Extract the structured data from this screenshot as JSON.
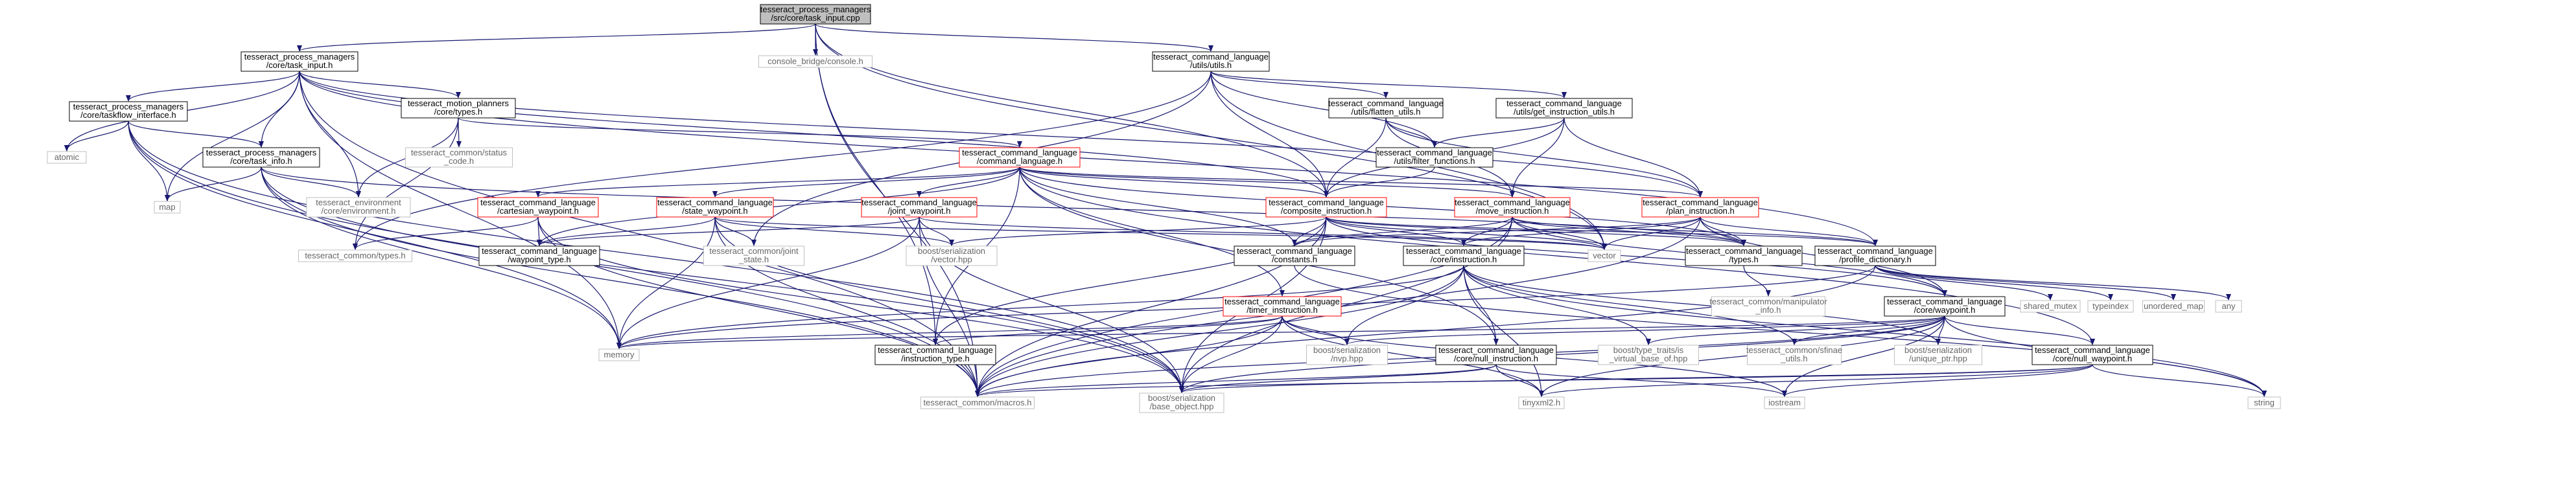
{
  "graph_title": "tesseract_process_managers/src/core/task_input.cpp",
  "colors": {
    "edge": "#191970",
    "box_black": "#000000",
    "box_red": "#ff0000",
    "box_grey": "#bfbfbf",
    "text_grey": "#666666",
    "root_fill": "#bfbfbf"
  },
  "nodes": [
    {
      "id": "root",
      "label": "tesseract_process_managers\n/src/core/task_input.cpp",
      "style": "root"
    },
    {
      "id": "ti_h",
      "label": "tesseract_process_managers\n/core/task_input.h",
      "style": "black"
    },
    {
      "id": "console",
      "label": "console_bridge/console.h",
      "style": "plain"
    },
    {
      "id": "utils_h",
      "label": "tesseract_command_language\n/utils/utils.h",
      "style": "black"
    },
    {
      "id": "tf_iface",
      "label": "tesseract_process_managers\n/core/taskflow_interface.h",
      "style": "black"
    },
    {
      "id": "mp_types",
      "label": "tesseract_motion_planners\n/core/types.h",
      "style": "black"
    },
    {
      "id": "flatten",
      "label": "tesseract_command_language\n/utils/flatten_utils.h",
      "style": "black"
    },
    {
      "id": "get_instr",
      "label": "tesseract_command_language\n/utils/get_instruction_utils.h",
      "style": "black"
    },
    {
      "id": "atomic",
      "label": "atomic",
      "style": "plain"
    },
    {
      "id": "task_info",
      "label": "tesseract_process_managers\n/core/task_info.h",
      "style": "black"
    },
    {
      "id": "status_code",
      "label": "tesseract_common/status\n_code.h",
      "style": "plain"
    },
    {
      "id": "cmd_lang",
      "label": "tesseract_command_language\n/command_language.h",
      "style": "red"
    },
    {
      "id": "filter_fn",
      "label": "tesseract_command_language\n/utils/filter_functions.h",
      "style": "black"
    },
    {
      "id": "map",
      "label": "map",
      "style": "plain"
    },
    {
      "id": "env",
      "label": "tesseract_environment\n/core/environment.h",
      "style": "plain"
    },
    {
      "id": "cart_wp",
      "label": "tesseract_command_language\n/cartesian_waypoint.h",
      "style": "red"
    },
    {
      "id": "state_wp",
      "label": "tesseract_command_language\n/state_waypoint.h",
      "style": "red"
    },
    {
      "id": "joint_wp",
      "label": "tesseract_command_language\n/joint_waypoint.h",
      "style": "red"
    },
    {
      "id": "composite",
      "label": "tesseract_command_language\n/composite_instruction.h",
      "style": "red"
    },
    {
      "id": "move_instr",
      "label": "tesseract_command_language\n/move_instruction.h",
      "style": "red"
    },
    {
      "id": "plan_instr",
      "label": "tesseract_command_language\n/plan_instruction.h",
      "style": "red"
    },
    {
      "id": "common_types",
      "label": "tesseract_common/types.h",
      "style": "plain"
    },
    {
      "id": "wp_type",
      "label": "tesseract_command_language\n/waypoint_type.h",
      "style": "black"
    },
    {
      "id": "joint_state",
      "label": "tesseract_common/joint\n_state.h",
      "style": "plain"
    },
    {
      "id": "boost_vector",
      "label": "boost/serialization\n/vector.hpp",
      "style": "plain"
    },
    {
      "id": "constants",
      "label": "tesseract_command_language\n/constants.h",
      "style": "black"
    },
    {
      "id": "core_instr",
      "label": "tesseract_command_language\n/core/instruction.h",
      "style": "black"
    },
    {
      "id": "vector",
      "label": "vector",
      "style": "plain"
    },
    {
      "id": "cl_types",
      "label": "tesseract_command_language\n/types.h",
      "style": "black"
    },
    {
      "id": "profile_dict",
      "label": "tesseract_command_language\n/profile_dictionary.h",
      "style": "black"
    },
    {
      "id": "timer_instr",
      "label": "tesseract_command_language\n/timer_instruction.h",
      "style": "red"
    },
    {
      "id": "manip_info",
      "label": "tesseract_common/manipulator\n_info.h",
      "style": "plain"
    },
    {
      "id": "core_wp",
      "label": "tesseract_command_language\n/core/waypoint.h",
      "style": "black"
    },
    {
      "id": "shared_mutex",
      "label": "shared_mutex",
      "style": "plain"
    },
    {
      "id": "typeindex",
      "label": "typeindex",
      "style": "plain"
    },
    {
      "id": "unordered_map",
      "label": "unordered_map",
      "style": "plain"
    },
    {
      "id": "any",
      "label": "any",
      "style": "plain"
    },
    {
      "id": "memory",
      "label": "memory",
      "style": "plain"
    },
    {
      "id": "instr_type",
      "label": "tesseract_command_language\n/instruction_type.h",
      "style": "black"
    },
    {
      "id": "boost_nvp",
      "label": "boost/serialization\n/nvp.hpp",
      "style": "plain"
    },
    {
      "id": "null_instr",
      "label": "tesseract_command_language\n/core/null_instruction.h",
      "style": "black"
    },
    {
      "id": "virtual_base",
      "label": "boost/type_traits/is\n_virtual_base_of.hpp",
      "style": "plain"
    },
    {
      "id": "sfinae",
      "label": "tesseract_common/sfinae\n_utils.h",
      "style": "plain"
    },
    {
      "id": "unique_ptr",
      "label": "boost/serialization\n/unique_ptr.hpp",
      "style": "plain"
    },
    {
      "id": "null_wp",
      "label": "tesseract_command_language\n/core/null_waypoint.h",
      "style": "black"
    },
    {
      "id": "macros",
      "label": "tesseract_common/macros.h",
      "style": "plain"
    },
    {
      "id": "base_object",
      "label": "boost/serialization\n/base_object.hpp",
      "style": "plain"
    },
    {
      "id": "tinyxml",
      "label": "tinyxml2.h",
      "style": "plain"
    },
    {
      "id": "iostream",
      "label": "iostream",
      "style": "plain"
    },
    {
      "id": "string",
      "label": "string",
      "style": "plain"
    }
  ],
  "edges": [
    [
      "root",
      "ti_h"
    ],
    [
      "root",
      "console"
    ],
    [
      "root",
      "utils_h"
    ],
    [
      "root",
      "composite"
    ],
    [
      "root",
      "vector"
    ],
    [
      "root",
      "instr_type"
    ],
    [
      "root",
      "macros"
    ],
    [
      "ti_h",
      "tf_iface"
    ],
    [
      "ti_h",
      "mp_types"
    ],
    [
      "ti_h",
      "task_info"
    ],
    [
      "ti_h",
      "atomic"
    ],
    [
      "ti_h",
      "map"
    ],
    [
      "ti_h",
      "env"
    ],
    [
      "ti_h",
      "memory"
    ],
    [
      "ti_h",
      "composite"
    ],
    [
      "ti_h",
      "plan_instr"
    ],
    [
      "ti_h",
      "profile_dict"
    ],
    [
      "ti_h",
      "macros"
    ],
    [
      "tf_iface",
      "atomic"
    ],
    [
      "tf_iface",
      "map"
    ],
    [
      "tf_iface",
      "memory"
    ],
    [
      "tf_iface",
      "task_info"
    ],
    [
      "tf_iface",
      "macros"
    ],
    [
      "tf_iface",
      "base_object"
    ],
    [
      "mp_types",
      "status_code"
    ],
    [
      "mp_types",
      "cmd_lang"
    ],
    [
      "mp_types",
      "env"
    ],
    [
      "mp_types",
      "common_types"
    ],
    [
      "task_info",
      "map"
    ],
    [
      "task_info",
      "env"
    ],
    [
      "task_info",
      "memory"
    ],
    [
      "task_info",
      "cl_types"
    ],
    [
      "task_info",
      "macros"
    ],
    [
      "task_info",
      "base_object"
    ],
    [
      "utils_h",
      "flatten"
    ],
    [
      "utils_h",
      "get_instr"
    ],
    [
      "utils_h",
      "filter_fn"
    ],
    [
      "utils_h",
      "composite"
    ],
    [
      "utils_h",
      "joint_state"
    ],
    [
      "utils_h",
      "common_types"
    ],
    [
      "utils_h",
      "vector"
    ],
    [
      "flatten",
      "filter_fn"
    ],
    [
      "flatten",
      "composite"
    ],
    [
      "flatten",
      "move_instr"
    ],
    [
      "flatten",
      "plan_instr"
    ],
    [
      "get_instr",
      "filter_fn"
    ],
    [
      "get_instr",
      "composite"
    ],
    [
      "get_instr",
      "move_instr"
    ],
    [
      "get_instr",
      "plan_instr"
    ],
    [
      "filter_fn",
      "composite"
    ],
    [
      "cmd_lang",
      "cart_wp"
    ],
    [
      "cmd_lang",
      "state_wp"
    ],
    [
      "cmd_lang",
      "joint_wp"
    ],
    [
      "cmd_lang",
      "composite"
    ],
    [
      "cmd_lang",
      "move_instr"
    ],
    [
      "cmd_lang",
      "plan_instr"
    ],
    [
      "cmd_lang",
      "timer_instr"
    ],
    [
      "cmd_lang",
      "wp_type"
    ],
    [
      "cmd_lang",
      "instr_type"
    ],
    [
      "cmd_lang",
      "null_instr"
    ],
    [
      "cmd_lang",
      "null_wp"
    ],
    [
      "cmd_lang",
      "constants"
    ],
    [
      "cmd_lang",
      "cl_types"
    ],
    [
      "cart_wp",
      "wp_type"
    ],
    [
      "cart_wp",
      "common_types"
    ],
    [
      "cart_wp",
      "macros"
    ],
    [
      "cart_wp",
      "base_object"
    ],
    [
      "state_wp",
      "wp_type"
    ],
    [
      "state_wp",
      "joint_state"
    ],
    [
      "state_wp",
      "boost_vector"
    ],
    [
      "state_wp",
      "memory"
    ],
    [
      "state_wp",
      "macros"
    ],
    [
      "state_wp",
      "base_object"
    ],
    [
      "state_wp",
      "vector"
    ],
    [
      "joint_wp",
      "wp_type"
    ],
    [
      "joint_wp",
      "boost_vector"
    ],
    [
      "joint_wp",
      "memory"
    ],
    [
      "joint_wp",
      "macros"
    ],
    [
      "joint_wp",
      "base_object"
    ],
    [
      "joint_wp",
      "vector"
    ],
    [
      "composite",
      "constants"
    ],
    [
      "composite",
      "core_instr"
    ],
    [
      "composite",
      "cl_types"
    ],
    [
      "composite",
      "profile_dict"
    ],
    [
      "composite",
      "vector"
    ],
    [
      "composite",
      "boost_vector"
    ],
    [
      "composite",
      "instr_type"
    ],
    [
      "composite",
      "macros"
    ],
    [
      "composite",
      "base_object"
    ],
    [
      "composite",
      "core_wp"
    ],
    [
      "move_instr",
      "constants"
    ],
    [
      "move_instr",
      "core_instr"
    ],
    [
      "move_instr",
      "core_wp"
    ],
    [
      "move_instr",
      "cl_types"
    ],
    [
      "move_instr",
      "profile_dict"
    ],
    [
      "move_instr",
      "vector"
    ],
    [
      "move_instr",
      "macros"
    ],
    [
      "move_instr",
      "base_object"
    ],
    [
      "plan_instr",
      "constants"
    ],
    [
      "plan_instr",
      "core_instr"
    ],
    [
      "plan_instr",
      "core_wp"
    ],
    [
      "plan_instr",
      "cl_types"
    ],
    [
      "plan_instr",
      "profile_dict"
    ],
    [
      "plan_instr",
      "vector"
    ],
    [
      "plan_instr",
      "macros"
    ],
    [
      "core_instr",
      "memory"
    ],
    [
      "core_instr",
      "boost_nvp"
    ],
    [
      "core_instr",
      "null_instr"
    ],
    [
      "core_instr",
      "virtual_base"
    ],
    [
      "core_instr",
      "sfinae"
    ],
    [
      "core_instr",
      "unique_ptr"
    ],
    [
      "core_instr",
      "macros"
    ],
    [
      "core_instr",
      "tinyxml"
    ],
    [
      "core_instr",
      "string"
    ],
    [
      "cl_types",
      "manip_info"
    ],
    [
      "profile_dict",
      "shared_mutex"
    ],
    [
      "profile_dict",
      "typeindex"
    ],
    [
      "profile_dict",
      "unordered_map"
    ],
    [
      "profile_dict",
      "any"
    ],
    [
      "profile_dict",
      "memory"
    ],
    [
      "profile_dict",
      "macros"
    ],
    [
      "timer_instr",
      "instr_type"
    ],
    [
      "timer_instr",
      "boost_nvp"
    ],
    [
      "timer_instr",
      "macros"
    ],
    [
      "timer_instr",
      "base_object"
    ],
    [
      "timer_instr",
      "tinyxml"
    ],
    [
      "timer_instr",
      "iostream"
    ],
    [
      "timer_instr",
      "memory"
    ],
    [
      "core_wp",
      "memory"
    ],
    [
      "core_wp",
      "boost_nvp"
    ],
    [
      "core_wp",
      "null_wp"
    ],
    [
      "core_wp",
      "virtual_base"
    ],
    [
      "core_wp",
      "sfinae"
    ],
    [
      "core_wp",
      "unique_ptr"
    ],
    [
      "core_wp",
      "macros"
    ],
    [
      "core_wp",
      "tinyxml"
    ],
    [
      "core_wp",
      "string"
    ],
    [
      "core_wp",
      "base_object"
    ],
    [
      "core_wp",
      "iostream"
    ],
    [
      "null_instr",
      "macros"
    ],
    [
      "null_instr",
      "base_object"
    ],
    [
      "null_instr",
      "tinyxml"
    ],
    [
      "null_instr",
      "iostream"
    ],
    [
      "null_wp",
      "macros"
    ],
    [
      "null_wp",
      "base_object"
    ],
    [
      "null_wp",
      "tinyxml"
    ],
    [
      "null_wp",
      "iostream"
    ],
    [
      "null_wp",
      "string"
    ],
    [
      "constants",
      "string"
    ]
  ]
}
